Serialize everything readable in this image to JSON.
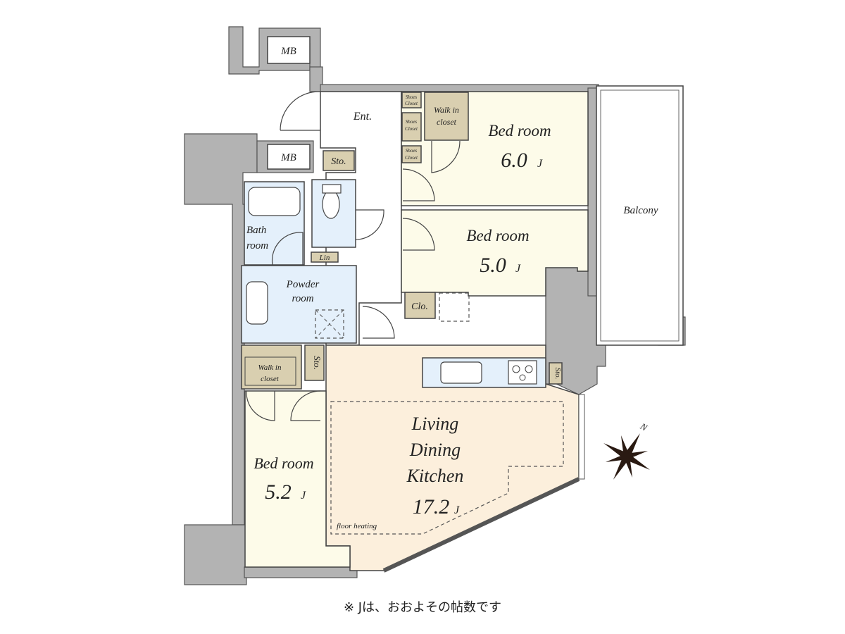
{
  "rooms": {
    "mb_top": "MB",
    "mb_bottom": "MB",
    "entrance": "Ent.",
    "shoes_closet_1": [
      "Shoes",
      "Closet"
    ],
    "shoes_closet_2": [
      "Shoes",
      "Closet"
    ],
    "shoes_closet_3": [
      "Shoes",
      "Closet"
    ],
    "walkin_closet_upper": [
      "Walk in",
      "closet"
    ],
    "bedroom_1": {
      "label": "Bed room",
      "size": "6.0",
      "unit": "J"
    },
    "bedroom_2": {
      "label": "Bed room",
      "size": "5.0",
      "unit": "J"
    },
    "bedroom_3": {
      "label": "Bed room",
      "size": "5.2",
      "unit": "J"
    },
    "balcony": "Balcony",
    "storage_1": "Sto.",
    "storage_2": "Sto.",
    "storage_3": "Sto.",
    "closet": "Clo.",
    "bathroom": [
      "Bath",
      "room"
    ],
    "linen": "Lin",
    "powder_room": [
      "Powder",
      "room"
    ],
    "walkin_closet_lower": [
      "Walk in",
      "closet"
    ],
    "ldk": {
      "lines": [
        "Living",
        "Dining",
        "Kitchen"
      ],
      "size": "17.2",
      "unit": "J"
    },
    "floor_heating": "floor heating"
  },
  "compass": "N",
  "note": "※ Jは、おおよその帖数です",
  "colors": {
    "bedroom": "#fdfbe9",
    "ldk": "#fcefdc",
    "wet": "#e4f0fb",
    "closet": "#d9cfb0",
    "wall": "#b3b3b3"
  }
}
